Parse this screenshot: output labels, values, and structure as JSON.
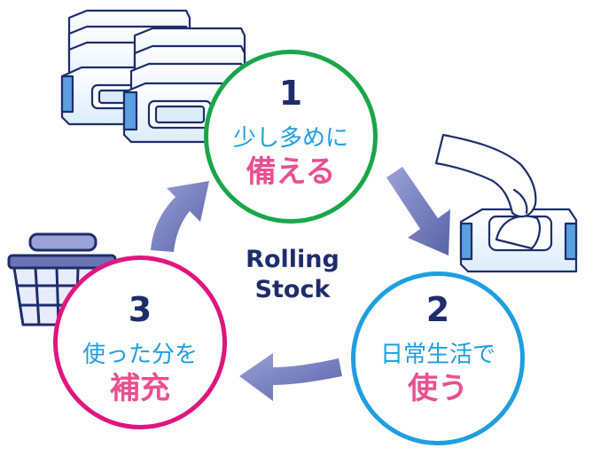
{
  "center": {
    "line1": "Rolling",
    "line2": "Stock"
  },
  "steps": [
    {
      "number": "1",
      "line1": "少し多めに",
      "line2": "備える"
    },
    {
      "number": "2",
      "line1": "日常生活で",
      "line2": "使う"
    },
    {
      "number": "3",
      "line1": "使った分を",
      "line2": "補充"
    }
  ],
  "colors": {
    "navy": "#1d2d6b",
    "green": "#1aa64a",
    "cyan": "#1f9ee0",
    "magenta": "#e0157f",
    "pink": "#e9508f",
    "arrow": "#6a73b4",
    "package_blue": "#5b9fe0"
  },
  "icons": [
    "wipe-package-stack-icon",
    "hand-pulling-wipe-icon",
    "shopping-basket-icon",
    "cycle-arrow-icon"
  ]
}
